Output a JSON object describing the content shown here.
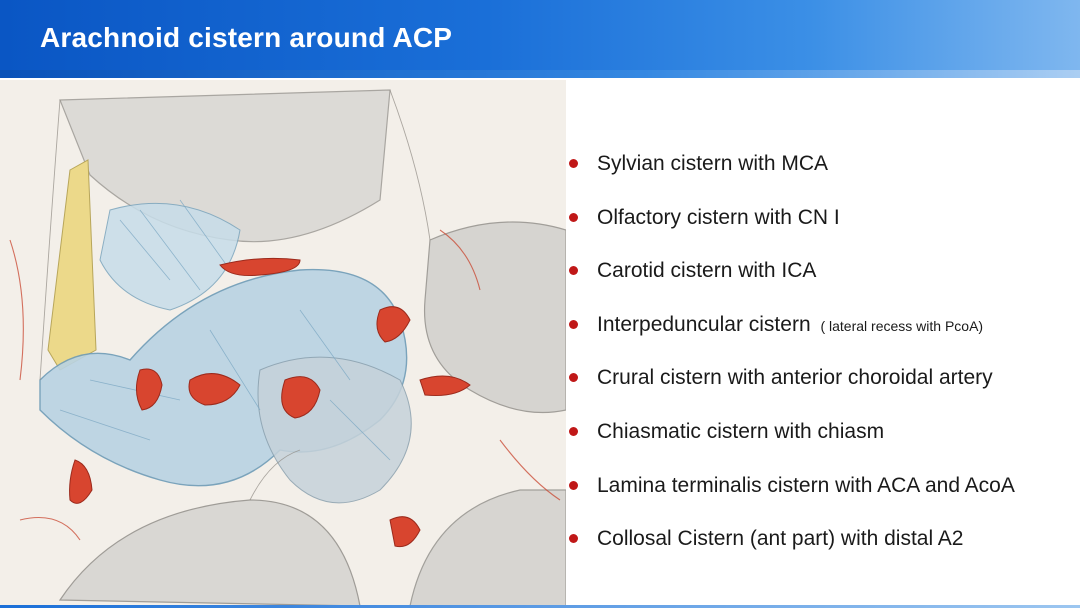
{
  "slide": {
    "title": "Arachnoid cistern around ACP",
    "colors": {
      "title_bar": "#1a6fd8",
      "title_text": "#ffffff",
      "bullet_dot": "#c01818",
      "body_text": "#1a1a1a"
    }
  },
  "illustration": {
    "description_icon": "anatomical-drawing-icon"
  },
  "bullets": [
    {
      "text": "Sylvian cistern with MCA",
      "note": ""
    },
    {
      "text": "Olfactory cistern with CN I",
      "note": ""
    },
    {
      "text": "Carotid cistern with ICA",
      "note": ""
    },
    {
      "text": "Interpeduncular cistern",
      "note": "( lateral recess with PcoA)"
    },
    {
      "text": "Crural cistern with anterior choroidal artery",
      "note": ""
    },
    {
      "text": "Chiasmatic cistern with chiasm",
      "note": ""
    },
    {
      "text": "Lamina terminalis cistern with ACA and AcoA",
      "note": ""
    },
    {
      "text": "Collosal Cistern (ant part) with distal A2",
      "note": ""
    }
  ]
}
